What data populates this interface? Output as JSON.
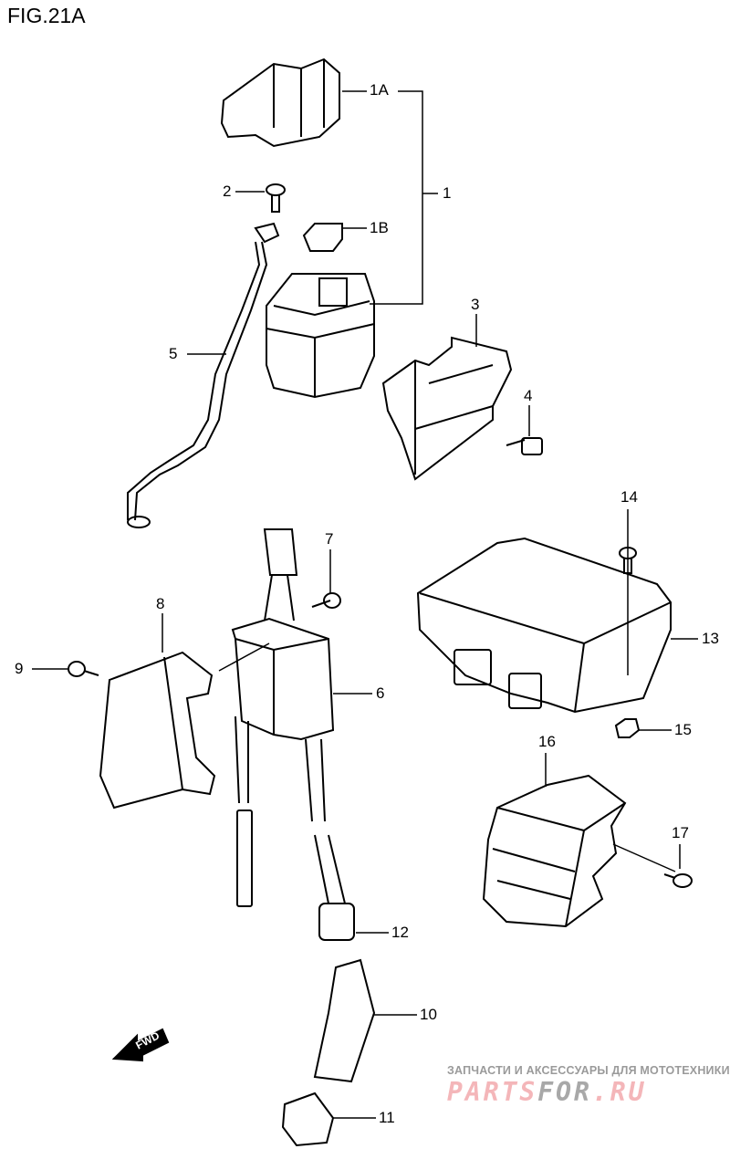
{
  "figure": {
    "title": "FIG.21A"
  },
  "callouts": {
    "c1": "1",
    "c1a": "1A",
    "c1b": "1B",
    "c2": "2",
    "c3": "3",
    "c4": "4",
    "c5": "5",
    "c6": "6",
    "c7": "7",
    "c8": "8",
    "c9": "9",
    "c10": "10",
    "c11": "11",
    "c12": "12",
    "c13": "13",
    "c14": "14",
    "c15": "15",
    "c16": "16",
    "c17": "17"
  },
  "direction_marker": {
    "label": "FWD"
  },
  "watermark": {
    "subtitle": "ЗАПЧАСТИ И АКСЕССУАРЫ ДЛЯ МОТОТЕХНИКИ",
    "logo_part1": "PARTS",
    "logo_part2": "FOR",
    "logo_part3": ".RU"
  }
}
